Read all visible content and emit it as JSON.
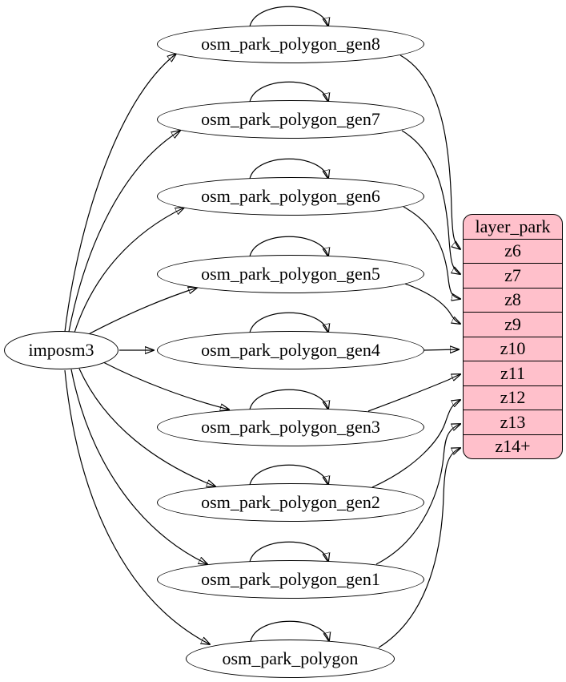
{
  "diagram": {
    "source": {
      "label": "imposm3"
    },
    "tables": [
      {
        "label": "osm_park_polygon_gen8",
        "feeds_zoom": "z6"
      },
      {
        "label": "osm_park_polygon_gen7",
        "feeds_zoom": "z7"
      },
      {
        "label": "osm_park_polygon_gen6",
        "feeds_zoom": "z8"
      },
      {
        "label": "osm_park_polygon_gen5",
        "feeds_zoom": "z9"
      },
      {
        "label": "osm_park_polygon_gen4",
        "feeds_zoom": "z10"
      },
      {
        "label": "osm_park_polygon_gen3",
        "feeds_zoom": "z11"
      },
      {
        "label": "osm_park_polygon_gen2",
        "feeds_zoom": "z12"
      },
      {
        "label": "osm_park_polygon_gen1",
        "feeds_zoom": "z13"
      },
      {
        "label": "osm_park_polygon",
        "feeds_zoom": "z14+"
      }
    ],
    "layer": {
      "title": "layer_park",
      "rows": [
        "z6",
        "z7",
        "z8",
        "z9",
        "z10",
        "z11",
        "z12",
        "z13",
        "z14+"
      ]
    },
    "colors": {
      "layer_fill": "#FFC0CB",
      "node_fill": "#FFFFFF",
      "edge": "#000000"
    }
  }
}
